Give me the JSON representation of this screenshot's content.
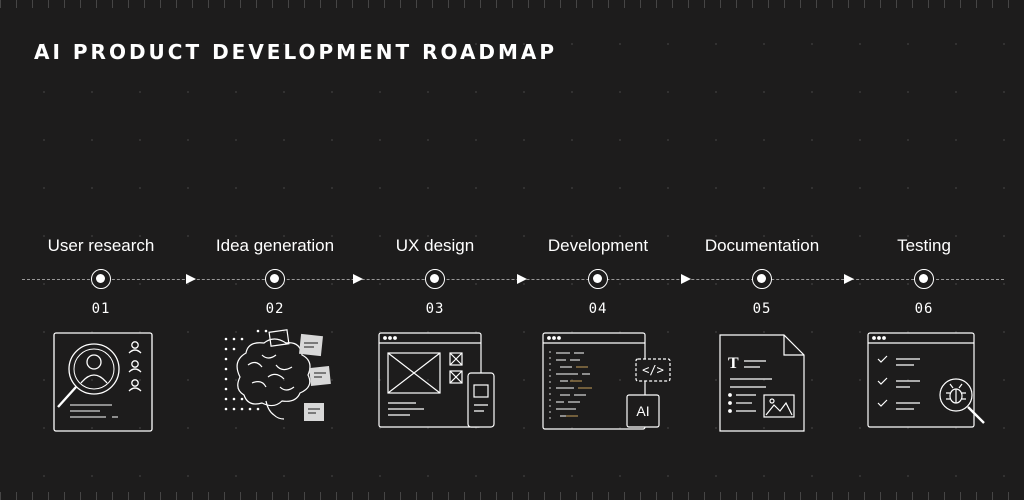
{
  "title": "AI PRODUCT DEVELOPMENT ROADMAP",
  "colors": {
    "background": "#1d1c1c",
    "foreground": "#ffffff",
    "accent": "#c8a15a"
  },
  "steps": [
    {
      "label": "User research",
      "number": "01",
      "icon": "user-research-icon"
    },
    {
      "label": "Idea generation",
      "number": "02",
      "icon": "brain-icon"
    },
    {
      "label": "UX design",
      "number": "03",
      "icon": "wireframe-icon"
    },
    {
      "label": "Development",
      "number": "04",
      "icon": "code-editor-icon"
    },
    {
      "label": "Documentation",
      "number": "05",
      "icon": "document-icon"
    },
    {
      "label": "Testing",
      "number": "06",
      "icon": "bug-test-icon"
    }
  ],
  "badges": {
    "code": "</>",
    "ai": "AI",
    "doc_glyph": "T"
  }
}
